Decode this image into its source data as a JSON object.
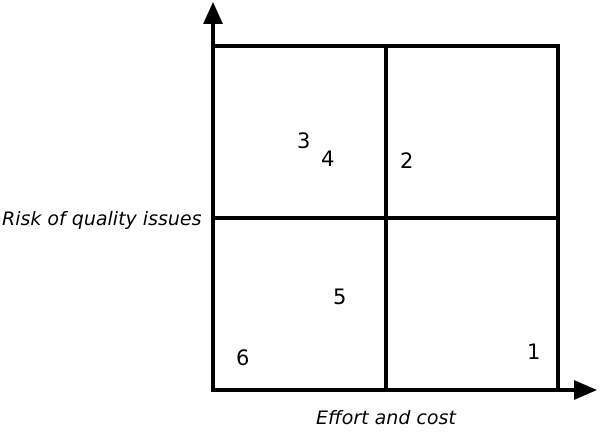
{
  "diagram": {
    "type": "2x2-matrix",
    "x_axis_label": "Effort and cost",
    "y_axis_label": "Risk of quality issues",
    "items": [
      {
        "label": "1",
        "quadrant": "bottom-right"
      },
      {
        "label": "2",
        "quadrant": "top-right"
      },
      {
        "label": "3",
        "quadrant": "top-left"
      },
      {
        "label": "4",
        "quadrant": "top-left"
      },
      {
        "label": "5",
        "quadrant": "bottom-left"
      },
      {
        "label": "6",
        "quadrant": "bottom-left"
      }
    ],
    "line_color": "#000000",
    "background": "#ffffff"
  }
}
